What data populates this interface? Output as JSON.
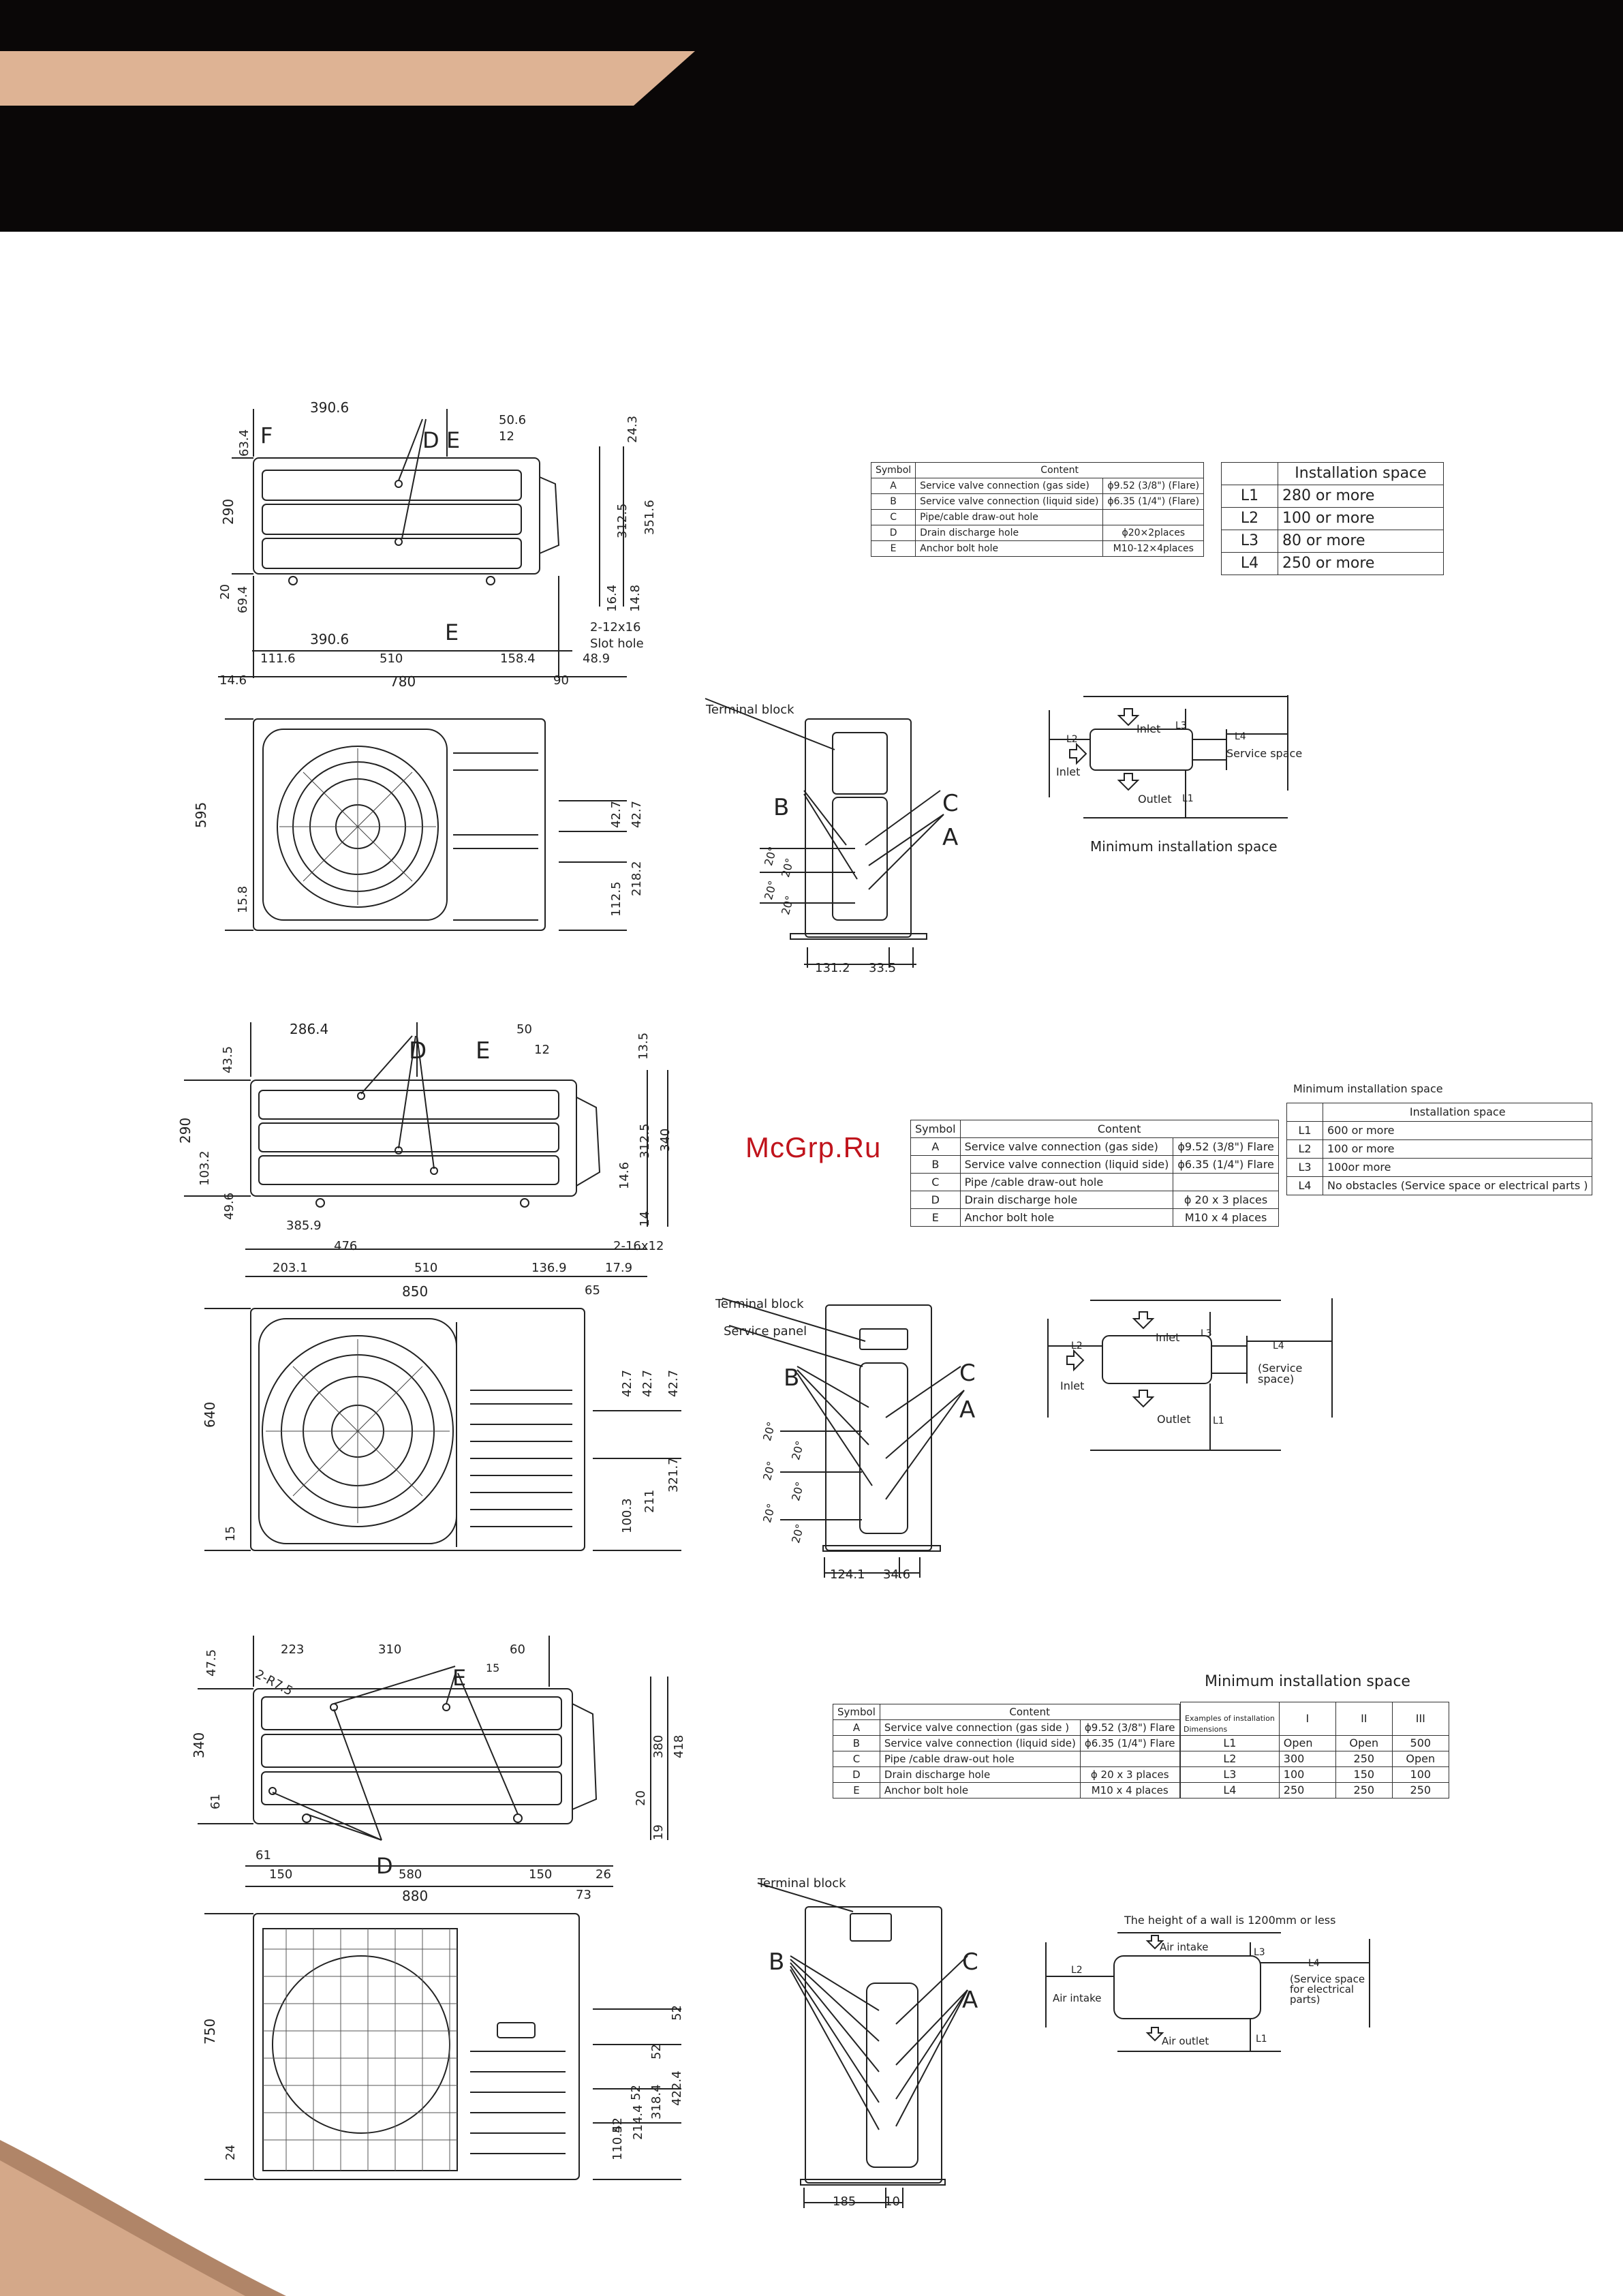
{
  "watermark": "McGrp.Ru",
  "colors": {
    "accent": "#deb394",
    "dark": "#0a0707",
    "watermark": "#c0141c"
  },
  "unit1": {
    "top_view_dims": [
      "390.6",
      "50.6",
      "12",
      "24.3",
      "63.4",
      "290",
      "312.5",
      "351.6",
      "20",
      "69.4",
      "16.4",
      "14.8",
      "390.6",
      "2-12x16",
      "Slot hole",
      "48.9",
      "111.6",
      "510",
      "158.4",
      "14.6",
      "780",
      "90"
    ],
    "front_view_dims": [
      "595",
      "15.8",
      "42.7",
      "42.7",
      "218.2",
      "112.5"
    ],
    "side_view_dims": [
      "131.2",
      "33.5"
    ],
    "letters": [
      "F",
      "D",
      "E",
      "E",
      "B",
      "C",
      "A"
    ],
    "side_angles": [
      "20°",
      "20°",
      "20°",
      "20°"
    ],
    "terminal_block": "Terminal block",
    "table": {
      "headers": [
        "Symbol",
        "Content"
      ],
      "rows": [
        [
          "A",
          "Service valve connection (gas side)",
          "ϕ9.52 (3/8\") (Flare)"
        ],
        [
          "B",
          "Service valve connection (liquid side)",
          "ϕ6.35 (1/4\") (Flare)"
        ],
        [
          "C",
          "Pipe/cable draw-out hole",
          ""
        ],
        [
          "D",
          "Drain discharge hole",
          "ϕ20×2places"
        ],
        [
          "E",
          "Anchor bolt hole",
          "M10-12×4places"
        ]
      ]
    },
    "space_table": {
      "header": "Installation space",
      "rows": [
        [
          "L1",
          "280 or more"
        ],
        [
          "L2",
          "100 or more"
        ],
        [
          "L3",
          "80 or more"
        ],
        [
          "L4",
          "250 or more"
        ]
      ]
    },
    "space_diagram": {
      "inlet_top": "Inlet",
      "inlet_left": "Inlet",
      "outlet": "Outlet",
      "service": "Service space",
      "l1": "L1",
      "l2": "L2",
      "l3": "L3",
      "l4": "L4",
      "caption": "Minimum installation space"
    }
  },
  "unit2": {
    "top_view_dims": [
      "286.4",
      "50",
      "12",
      "13.5",
      "43.5",
      "290",
      "312.5",
      "340",
      "103.2",
      "14.6",
      "49.6",
      "385.9",
      "14",
      "476",
      "2-16x12",
      "203.1",
      "510",
      "136.9",
      "17.9",
      "850",
      "65"
    ],
    "front_view_dims": [
      "640",
      "15",
      "42.7",
      "42.7",
      "42.7",
      "211",
      "321.7",
      "100.3"
    ],
    "side_view_dims": [
      "124.1",
      "34.6"
    ],
    "letters": [
      "D",
      "E",
      "B",
      "C",
      "A"
    ],
    "side_angles": [
      "20°",
      "20°",
      "20°",
      "20°",
      "20°",
      "20°"
    ],
    "terminal_block": "Terminal block",
    "service_panel": "Service panel",
    "table": {
      "headers": [
        "Symbol",
        "Content"
      ],
      "rows": [
        [
          "A",
          "Service valve connection (gas side)",
          "ϕ9.52 (3/8\") Flare"
        ],
        [
          "B",
          "Service valve connection (liquid side)",
          "ϕ6.35 (1/4\") Flare"
        ],
        [
          "C",
          "Pipe /cable draw-out hole",
          ""
        ],
        [
          "D",
          "Drain discharge hole",
          "ϕ 20 x 3 places"
        ],
        [
          "E",
          "Anchor bolt hole",
          "M10 x 4 places"
        ]
      ]
    },
    "space_title": "Minimum installation space",
    "space_table": {
      "header": "Installation space",
      "rows": [
        [
          "L1",
          "600 or more"
        ],
        [
          "L2",
          "100 or more"
        ],
        [
          "L3",
          "100or more"
        ],
        [
          "L4",
          "No obstacles (Service space or electrical parts )"
        ]
      ]
    },
    "space_diagram": {
      "inlet_top": "Inlet",
      "inlet_left": "Inlet",
      "outlet": "Outlet",
      "service": "(Service space)",
      "l1": "L1",
      "l2": "L2",
      "l3": "L3",
      "l4": "L4"
    }
  },
  "unit3": {
    "top_view_dims": [
      "223",
      "310",
      "60",
      "2-R7.5",
      "15",
      "47.5",
      "340",
      "380",
      "418",
      "61",
      "20",
      "19",
      "61",
      "150",
      "580",
      "150",
      "26",
      "880",
      "73"
    ],
    "front_view_dims": [
      "750",
      "24",
      "52",
      "52",
      "52",
      "422.4",
      "318.4",
      "214.4",
      "110.4",
      "52"
    ],
    "side_view_dims": [
      "185",
      "10"
    ],
    "letters": [
      "E",
      "D",
      "B",
      "C",
      "A"
    ],
    "terminal_block": "Terminal block",
    "table": {
      "headers": [
        "Symbol",
        "Content"
      ],
      "rows": [
        [
          "A",
          "Service valve connection (gas side )",
          "ϕ9.52 (3/8\") Flare"
        ],
        [
          "B",
          "Service valve connection (liquid side)",
          "ϕ6.35 (1/4\") Flare"
        ],
        [
          "C",
          "Pipe /cable draw-out hole",
          ""
        ],
        [
          "D",
          "Drain discharge hole",
          "ϕ 20 x 3 places"
        ],
        [
          "E",
          "Anchor bolt hole",
          "M10 x 4 places"
        ]
      ]
    },
    "space_title": "Minimum installation space",
    "space_table": {
      "corner_top": "Examples of installation",
      "corner_bottom": "Dimensions",
      "cols": [
        "I",
        "II",
        "III"
      ],
      "rows": [
        [
          "L1",
          "Open",
          "Open",
          "500"
        ],
        [
          "L2",
          "300",
          "250",
          "Open"
        ],
        [
          "L3",
          "100",
          "150",
          "100"
        ],
        [
          "L4",
          "250",
          "250",
          "250"
        ]
      ]
    },
    "space_diagram": {
      "wall_note": "The height of a wall is 1200mm or less",
      "air_intake_top": "Air intake",
      "air_intake_left": "Air intake",
      "air_outlet": "Air outlet",
      "service": "(Service space for electrical parts)",
      "l1": "L1",
      "l2": "L2",
      "l3": "L3",
      "l4": "L4"
    }
  }
}
